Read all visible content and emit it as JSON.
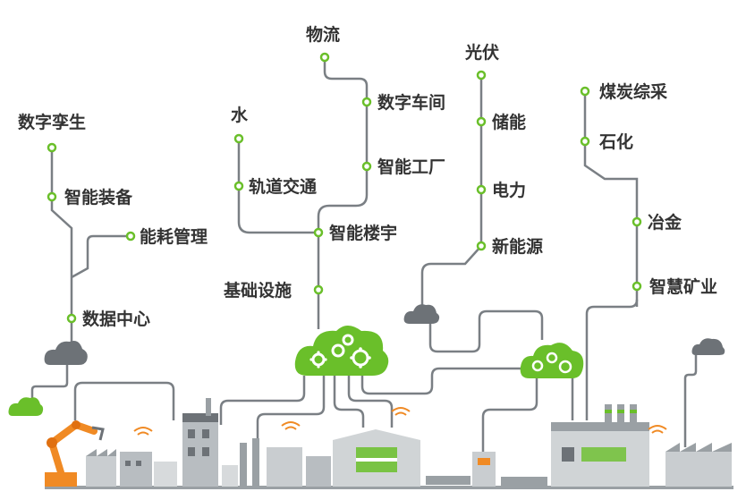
{
  "colors": {
    "line": "#7a7f84",
    "node": "#6abf2a",
    "cloud_green": "#6abf2a",
    "cloud_gray": "#6d7277",
    "building": "#9aa0a4",
    "building_dark": "#6d7277",
    "accent_orange": "#f08a24",
    "text": "#333333"
  },
  "labels": {
    "wuliu": "物流",
    "shuzi_che": "数字车间",
    "zhineng_gc": "智能工厂",
    "zhineng_ly": "智能楼宇",
    "jichu": "基础设施",
    "shui": "水",
    "guidao": "轨道交通",
    "shuzi_ls": "数字孪生",
    "zhineng_zb": "智能装备",
    "nenghao": "能耗管理",
    "shuju": "数据中心",
    "guangfu": "光伏",
    "chuneng": "储能",
    "dianli": "电力",
    "xinneng": "新能源",
    "meitan": "煤炭综采",
    "shihua": "石化",
    "yejin": "冶金",
    "kuangye": "智慧矿业"
  },
  "icons": [
    "gear-icon",
    "cloud-icon",
    "wifi-icon",
    "robot-arm-icon",
    "factory-icon"
  ]
}
